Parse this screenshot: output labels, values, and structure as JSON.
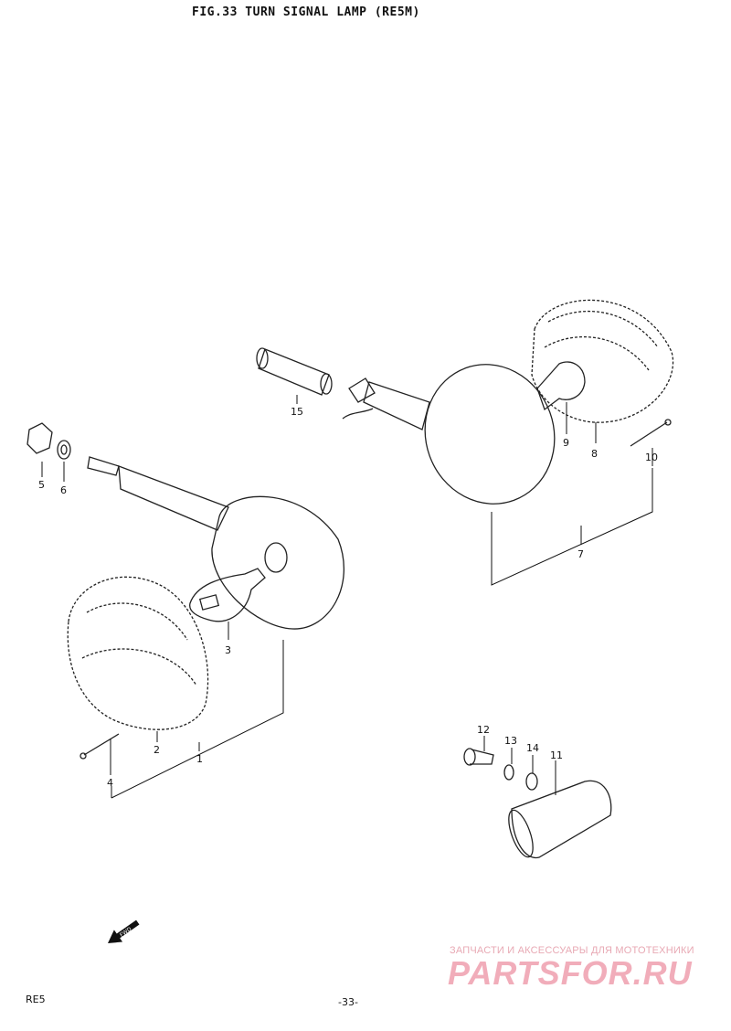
{
  "title": "FIG.33  TURN SIGNAL LAMP (RE5M)",
  "part_labels": {
    "p1": "1",
    "p2": "2",
    "p3": "3",
    "p4": "4",
    "p5": "5",
    "p6": "6",
    "p7": "7",
    "p8": "8",
    "p9": "9",
    "p10": "10",
    "p11": "11",
    "p12": "12",
    "p13": "13",
    "p14": "14",
    "p15": "15"
  },
  "front_marker": "FWD",
  "footer": {
    "model": "RE5",
    "page": "-33-"
  },
  "watermark": {
    "tagline": "ЗАПЧАСТИ И АКСЕССУАРЫ ДЛЯ МОТОТЕХНИКИ",
    "logo": "PARTSFOR.RU"
  }
}
